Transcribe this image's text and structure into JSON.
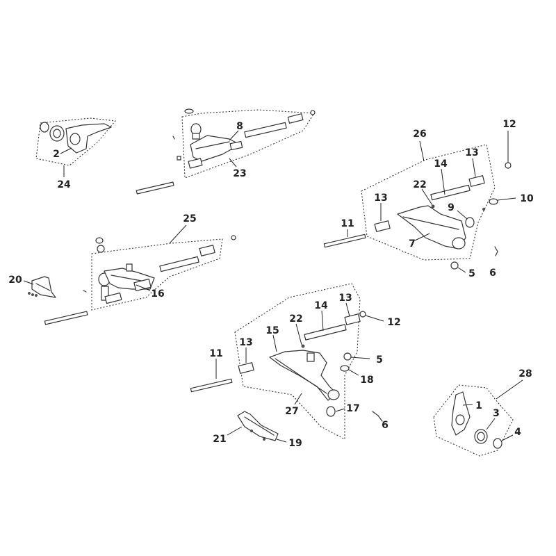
{
  "diagram": {
    "groups": {
      "g24": "24",
      "g23": "23",
      "g26": "26",
      "g25": "25",
      "g27": "27",
      "g28": "28"
    },
    "labels": {
      "l1": "1",
      "l2": "2",
      "l3": "3",
      "l4": "4",
      "l5a": "5",
      "l5b": "5",
      "l6a": "6",
      "l6b": "6",
      "l7": "7",
      "l8": "8",
      "l9": "9",
      "l10": "10",
      "l11a": "11",
      "l11b": "11",
      "l12a": "12",
      "l12b": "12",
      "l13a": "13",
      "l13b": "13",
      "l13c": "13",
      "l13d": "13",
      "l14a": "14",
      "l14b": "14",
      "l15": "15",
      "l16": "16",
      "l17": "17",
      "l18": "18",
      "l19": "19",
      "l20": "20",
      "l21": "21",
      "l22a": "22",
      "l22b": "22"
    }
  }
}
